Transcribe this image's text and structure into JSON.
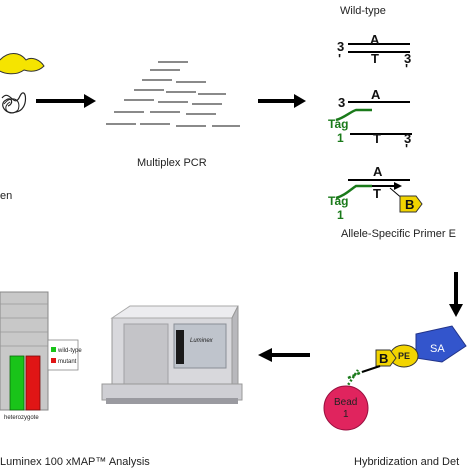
{
  "labels": {
    "multiplex_pcr": "Multiplex PCR",
    "wild_type": "Wild-type",
    "allele_specific": "Allele-Specific Primer E",
    "specimen_partial": "en",
    "luminex": "Luminex 100 xMAP™ Analysis",
    "hybridization": "Hybridization and Det",
    "instrument_brand": "Luminex"
  },
  "strand": {
    "three": "3",
    "prime": "'",
    "A": "A",
    "T": "T",
    "tag": "Tag",
    "one": "1",
    "B": "B",
    "PE": "PE",
    "SA": "SA",
    "bead": "Bead",
    "bead_num": "1"
  },
  "legend": {
    "wild_type": "wild-type",
    "mutant": "mutant"
  },
  "chart_axis_label": "heterozygote",
  "colors": {
    "green": "#1a7a1a",
    "yellow": "#f2d400",
    "blue": "#3355cc",
    "pink": "#e0245e",
    "chart_green": "#19c419",
    "chart_red": "#e01515",
    "chart_bg": "#c8c8c8"
  }
}
